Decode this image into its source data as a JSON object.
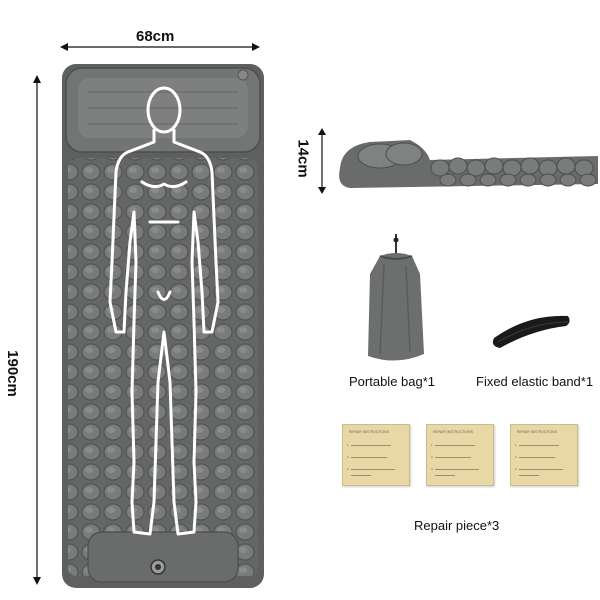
{
  "dimensions": {
    "width_label": "68cm",
    "length_label": "190cm",
    "thickness_label": "14cm"
  },
  "accessories": {
    "bag_label": "Portable bag*1",
    "band_label": "Fixed elastic band*1",
    "repair_label": "Repair piece*3",
    "repair_sheet_title": "REPAIR INSTRUCTIONS",
    "repair_sheet_steps": [
      "1",
      "2",
      "3"
    ]
  },
  "colors": {
    "mat": "#6f7070",
    "mat_dark": "#4d4e4e",
    "outline": "#ffffff",
    "repair_sheet": "#e7d8a6",
    "band": "#1a1a1a"
  }
}
